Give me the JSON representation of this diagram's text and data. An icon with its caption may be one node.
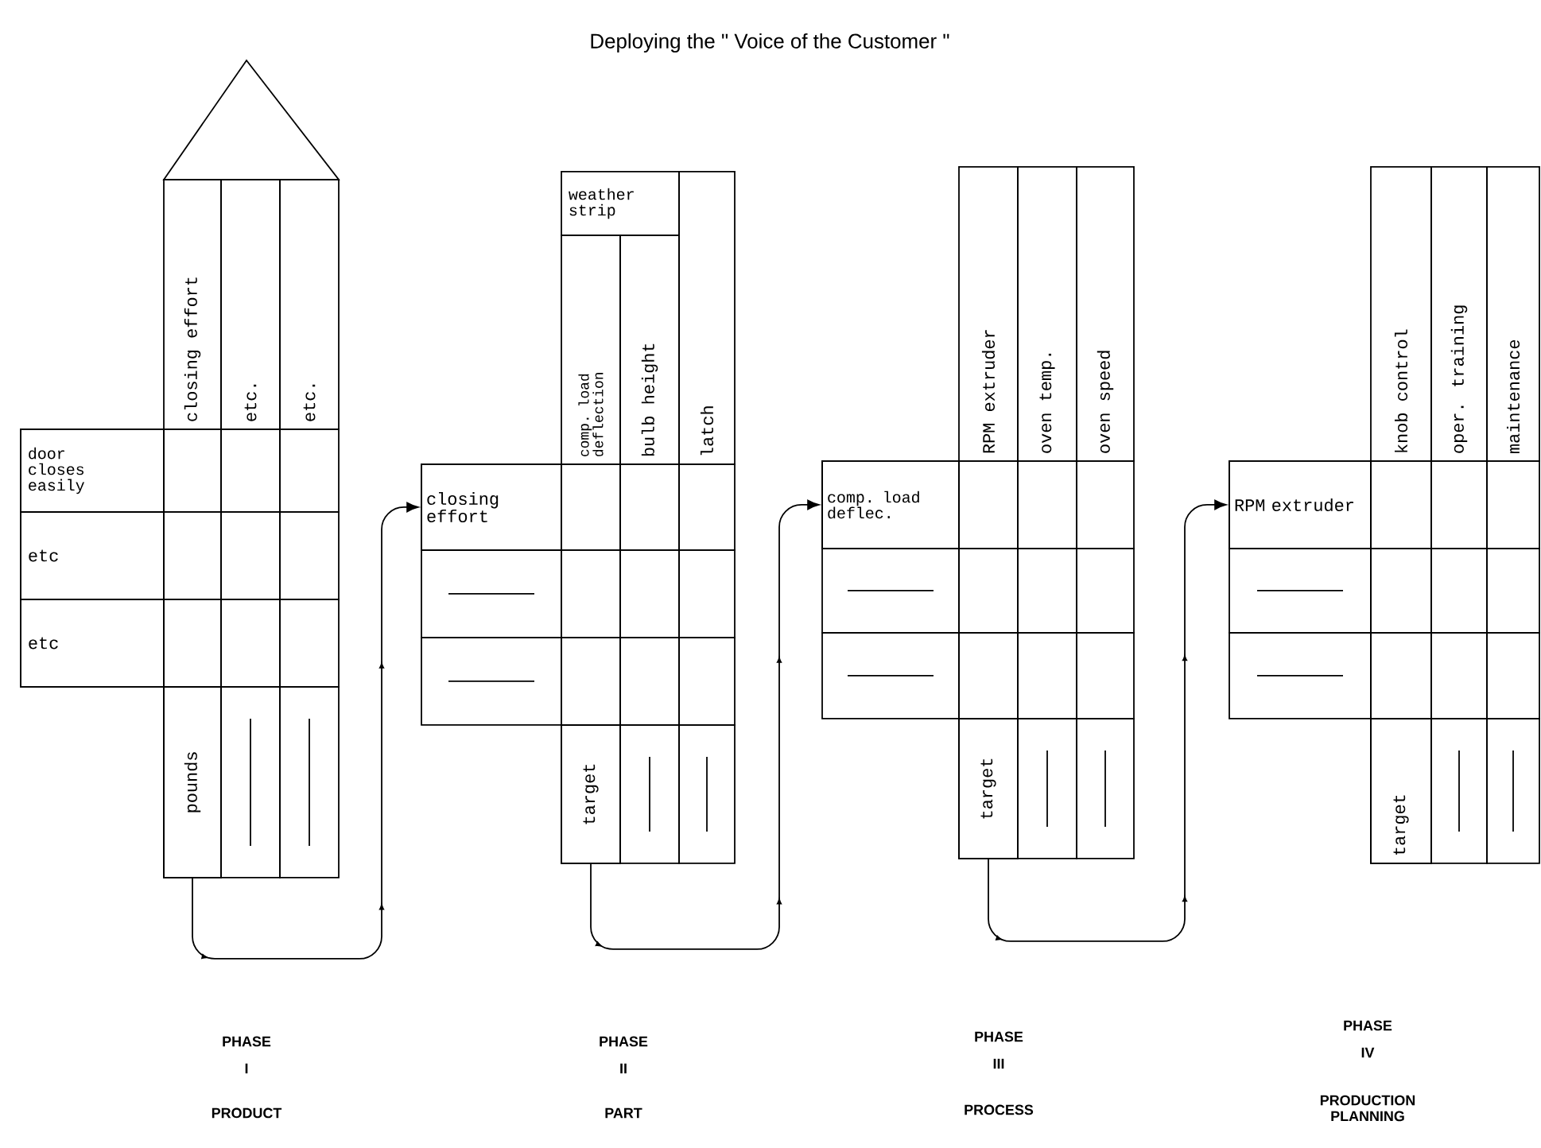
{
  "diagram": {
    "title": "Deploying the \" Voice of the Customer \"",
    "nodes": [
      {
        "text": [
          "pounds"
        ]
      },
      {
        "text": [
          "closing effort"
        ]
      },
      {
        "text": [
          "target"
        ]
      },
      {
        "text": [
          "comp. load deflec."
        ]
      },
      {
        "text": [
          "target"
        ]
      },
      {
        "text": [
          "RPM extruder"
        ]
      }
    ],
    "edges": [
      {
        "from": 0,
        "to": 1,
        "arrow": "to"
      },
      {
        "from": 2,
        "to": 3,
        "arrow": "to"
      },
      {
        "from": 4,
        "to": 5,
        "arrow": "to"
      }
    ],
    "labels": [
      "closing effort",
      "etc.",
      "etc.",
      "door closes easily",
      "etc",
      "etc",
      "weather strip",
      "comp. load deflection",
      "bulb height",
      "latch",
      "RPM extruder",
      "oven temp.",
      "oven speed",
      "knob control",
      "oper. training",
      "maintenance",
      "target",
      "PHASE",
      "I",
      "PRODUCT",
      "PHASE",
      "II",
      "PART",
      "PHASE",
      "III",
      "PROCESS",
      "PHASE",
      "IV",
      "PRODUCTION PLANNING"
    ]
  }
}
